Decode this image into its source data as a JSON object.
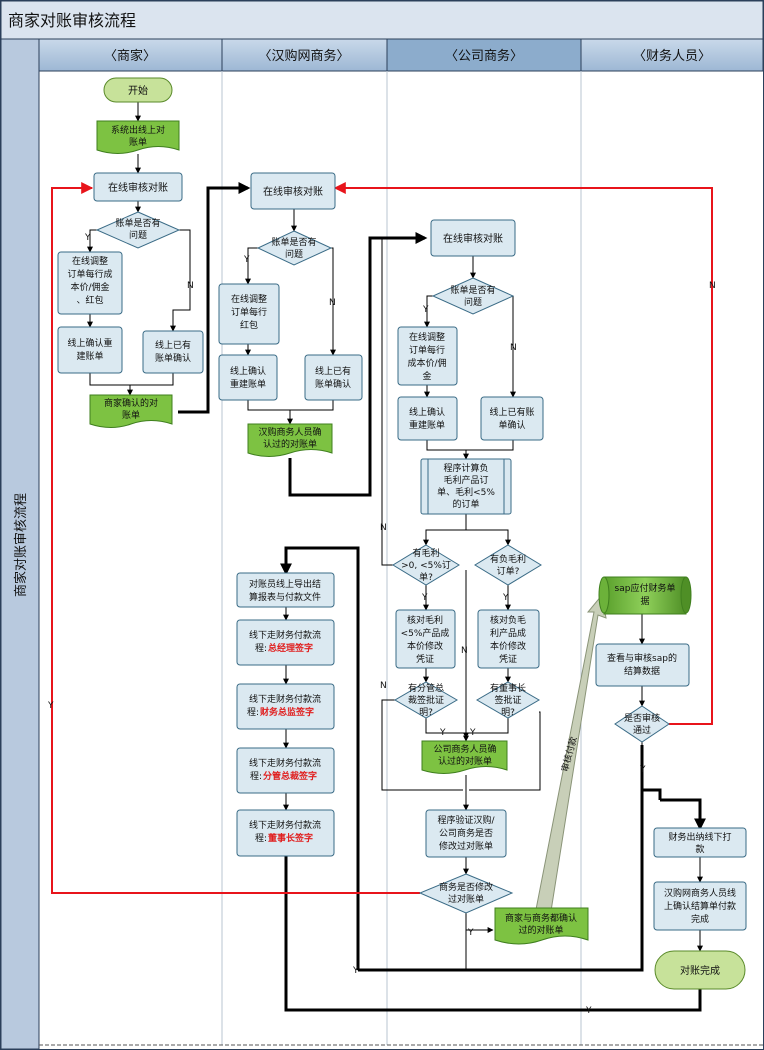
{
  "title": "商家对账审核流程",
  "side_label": "商家对账审核流程",
  "lanes": [
    "〈商家〉",
    "〈汉购网商务〉",
    "〈公司商务〉",
    "〈财务人员〉"
  ],
  "nodes": {
    "start": "开始",
    "m_doc1": [
      "系统出线上对",
      "账单"
    ],
    "m_review": "在线审核对账",
    "m_dec": [
      "账单是否有",
      "问题"
    ],
    "m_adjust": [
      "在线调整",
      "订单每行成",
      "本价/佣金",
      "、红包"
    ],
    "m_rebuild": [
      "线上确认重",
      "建账单"
    ],
    "m_confirm": [
      "线上已有",
      "账单确认"
    ],
    "m_doc2": [
      "商家确认的对",
      "账单"
    ],
    "h_review": "在线审核对账",
    "h_dec": [
      "账单是否有",
      "问题"
    ],
    "h_adjust": [
      "在线调整",
      "订单每行",
      "红包"
    ],
    "h_rebuild": [
      "线上确认",
      "重建账单"
    ],
    "h_confirm": [
      "线上已有",
      "账单确认"
    ],
    "h_doc": [
      "汉购商务人员确",
      "认过的对账单"
    ],
    "c_review": "在线审核对账",
    "c_dec": [
      "账单是否有",
      "问题"
    ],
    "c_adjust": [
      "在线调整",
      "订单每行",
      "成本价/佣",
      "金"
    ],
    "c_rebuild": [
      "线上确认",
      "重建账单"
    ],
    "c_confirm": [
      "线上已有账",
      "单确认"
    ],
    "c_calc": [
      "程序计算负",
      "毛利产品订",
      "单、毛利<5%",
      "的订单"
    ],
    "c_dec_a": [
      "有毛利",
      ">0, <5%订",
      "单?"
    ],
    "c_dec_b": [
      "有负毛利",
      "订单?"
    ],
    "c_verify_a": [
      "核对毛利",
      "<5%产品成",
      "本价修改",
      "凭证"
    ],
    "c_verify_b": [
      "核对负毛",
      "利产品成",
      "本价修改",
      "凭证"
    ],
    "c_dec_c": [
      "有分管总",
      "裁签批证",
      "明?"
    ],
    "c_dec_d": [
      "有董事长",
      "签批证",
      "明?"
    ],
    "c_doc": [
      "公司商务人员确",
      "认过的对账单"
    ],
    "c_prog": [
      "程序验证汉购/",
      "公司商务是否",
      "修改过对账单"
    ],
    "c_dec_e": [
      "商务是否修改",
      "过对账单"
    ],
    "c_doc2": [
      "商家与商务都确认",
      "过的对账单"
    ],
    "h_export": [
      "对账员线上导出结",
      "算报表与付款文件"
    ],
    "h_sign1": [
      "线下走财务付款流",
      "程:",
      "总经理签字"
    ],
    "h_sign2": [
      "线下走财务付款流",
      "程:",
      "财务总监签字"
    ],
    "h_sign3": [
      "线下走财务付款流",
      "程:",
      "分管总裁签字"
    ],
    "h_sign4": [
      "线下走财务付款流",
      "程:",
      "董事长签字"
    ],
    "f_sap": [
      "sap应付财务单",
      "据"
    ],
    "f_check": [
      "查看与审核sap的",
      "结算数据"
    ],
    "f_dec": [
      "是否审核",
      "通过"
    ],
    "f_pay": [
      "财务出纳线下打",
      "款"
    ],
    "f_confirm": [
      "汉购网商务人员线",
      "上确认结算单付款",
      "完成"
    ],
    "end": "对账完成",
    "sap_arrow_label": "审核付款"
  },
  "edge_labels": {
    "y": "Y",
    "n": "N"
  }
}
